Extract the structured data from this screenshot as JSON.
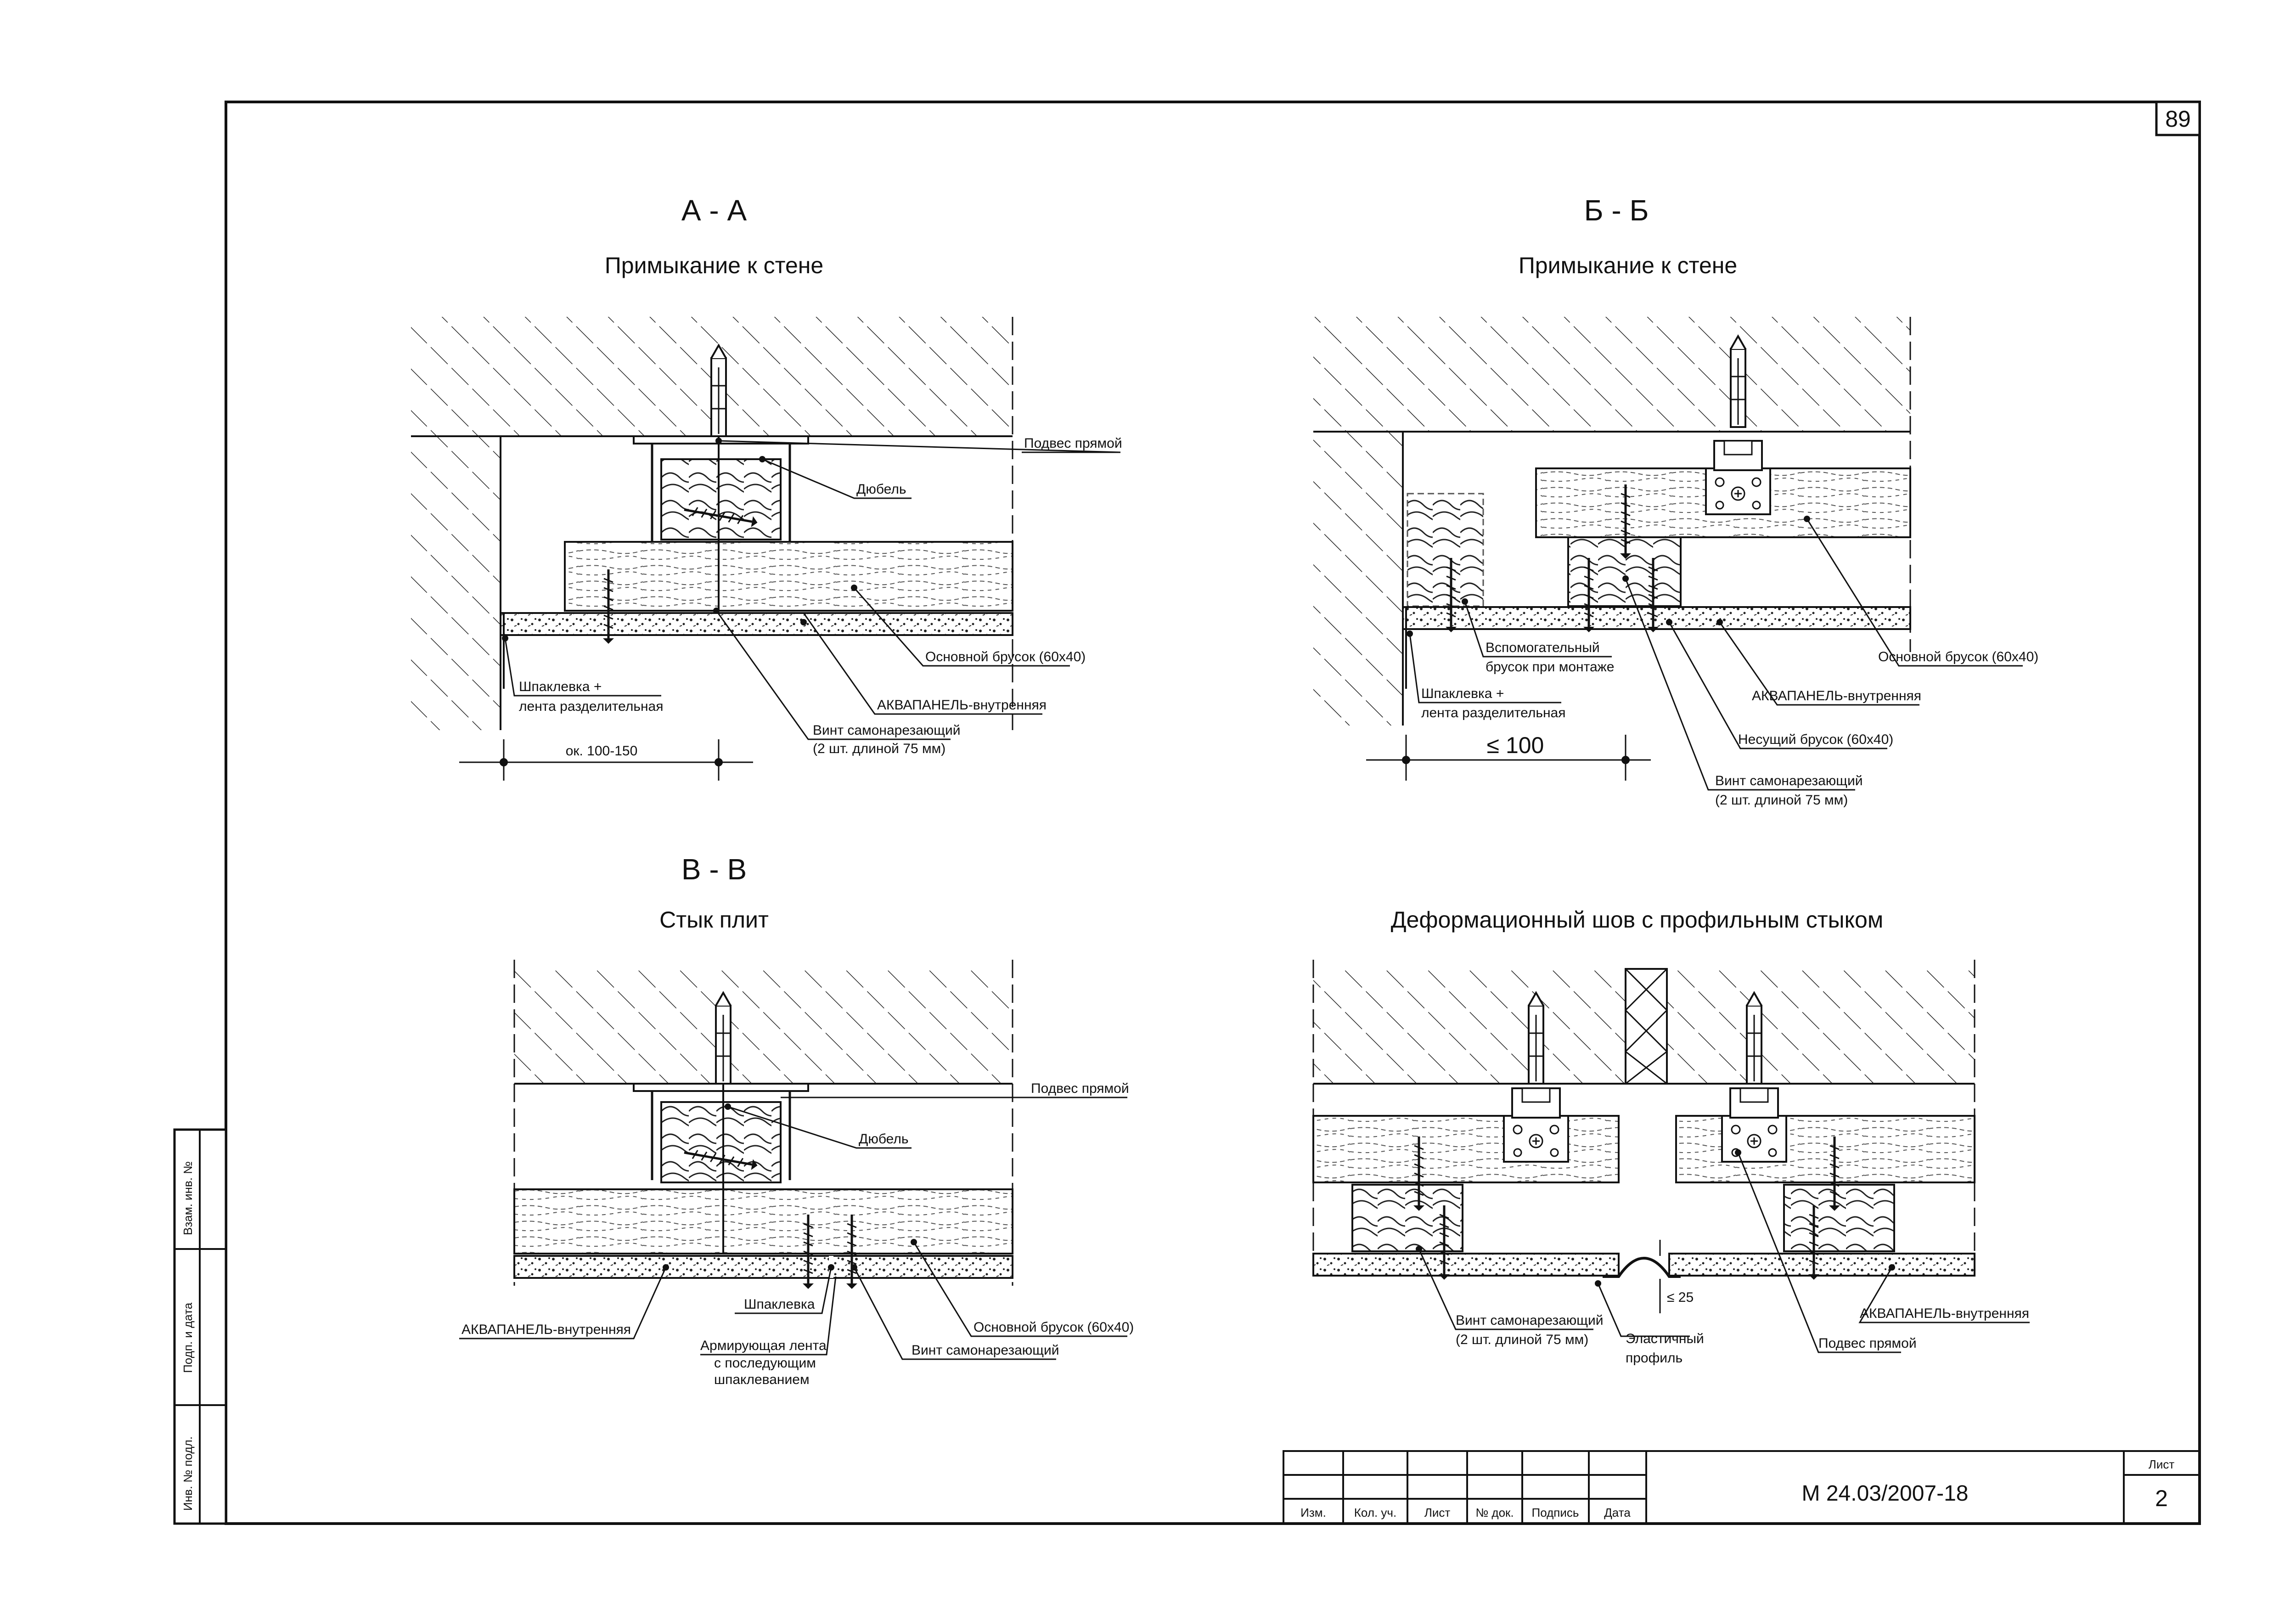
{
  "sheet_number": "89",
  "sections": {
    "aa": {
      "mark": "А - А",
      "title": "Примыкание к стене",
      "labels": {
        "podves": "Подвес прямой",
        "dubel": "Дюбель",
        "brusok": "Основной брусок (60х40)",
        "shpaklevka1": "Шпаклевка +",
        "shpaklevka2": "лента разделительная",
        "akvapanel": "АКВАПАНЕЛЬ-внутренняя",
        "vint1": "Винт самонарезающий",
        "vint2": "(2 шт. длиной 75 мм)",
        "dim": "ок. 100-150"
      }
    },
    "bb": {
      "mark": "Б - Б",
      "title": "Примыкание к стене",
      "labels": {
        "vspom1": "Вспомогательный",
        "vspom2": "брусок при монтаже",
        "brusok": "Основной брусок (60х40)",
        "shpaklevka1": "Шпаклевка +",
        "shpaklevka2": "лента разделительная",
        "akvapanel": "АКВАПАНЕЛЬ-внутренняя",
        "nesushchiy": "Несущий брусок (60х40)",
        "vint1": "Винт самонарезающий",
        "vint2": "(2 шт. длиной 75 мм)",
        "dim": "≤ 100"
      }
    },
    "vv": {
      "mark": "В - В",
      "title": "Стык плит",
      "labels": {
        "podves": "Подвес прямой",
        "dubel": "Дюбель",
        "akvapanel": "АКВАПАНЕЛЬ-внутренняя",
        "shpaklevka": "Шпаклевка",
        "lenta1": "Армирующая лента",
        "lenta2": "с последующим",
        "lenta3": "шпаклеванием",
        "brusok": "Основной брусок (60х40)",
        "vint": "Винт самонарезающий"
      }
    },
    "def": {
      "title": "Деформационный шов с профильным стыком",
      "labels": {
        "vint1": "Винт самонарезающий",
        "vint2": "(2 шт. длиной 75 мм)",
        "profil1": "Эластичный",
        "profil2": "профиль",
        "dim": "≤ 25",
        "akvapanel": "АКВАПАНЕЛЬ-внутренняя",
        "podves": "Подвес прямой"
      }
    }
  },
  "side_stamp": [
    "Взам. инв. №",
    "Подп. и дата",
    "Инв. № подл."
  ],
  "title_block": {
    "columns": [
      "Изм.",
      "Кол. уч.",
      "Лист",
      "№ док.",
      "Подпись",
      "Дата"
    ],
    "code": "М 24.03/2007-18",
    "sheet_label": "Лист",
    "sheet_value": "2"
  }
}
